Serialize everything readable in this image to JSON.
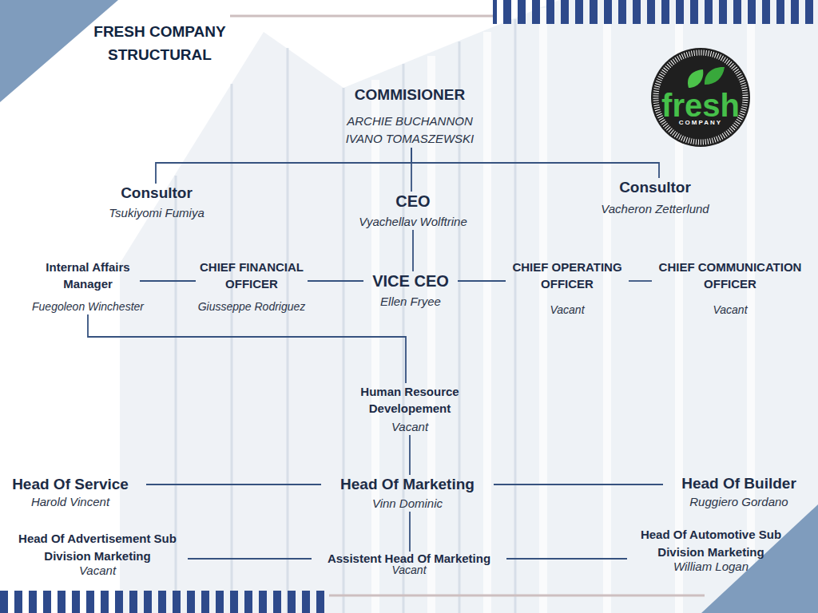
{
  "diagram": {
    "title": "FRESH COMPANY STRUCTURAL",
    "nodes": [
      {
        "text": [
          "COMMISIONER",
          "ARCHIE BUCHANNON",
          "IVANO TOMASZEWSKI"
        ]
      },
      {
        "text": [
          "fresh",
          "COMPANY"
        ]
      },
      {
        "text": [
          "Consultor",
          "Tsukiyomi Fumiya"
        ]
      },
      {
        "text": [
          "CEO",
          "Vyachellav Wolftrine"
        ]
      },
      {
        "text": [
          "Consultor",
          "Vacheron Zetterlund"
        ]
      },
      {
        "text": [
          "Internal Affairs Manager",
          "Fuegoleon Winchester"
        ]
      },
      {
        "text": [
          "CHIEF FINANCIAL OFFICER",
          "Giusseppe Rodriguez"
        ]
      },
      {
        "text": [
          "VICE CEO",
          "Ellen Fryee"
        ]
      },
      {
        "text": [
          "CHIEF OPERATING OFFICER",
          "Vacant"
        ]
      },
      {
        "text": [
          "CHIEF COMMUNICATION OFFICER",
          "Vacant"
        ]
      },
      {
        "text": [
          "Human Resource Developement",
          "Vacant"
        ]
      },
      {
        "text": [
          "Head Of Service",
          "Harold Vincent"
        ]
      },
      {
        "text": [
          "Head Of Marketing",
          "Vinn Dominic"
        ]
      },
      {
        "text": [
          "Head Of Builder",
          "Ruggiero Gordano"
        ]
      },
      {
        "text": [
          "Head Of Advertisement Sub Division Marketing",
          "Vacant"
        ]
      },
      {
        "text": [
          "Assistent Head Of Marketing",
          "Vacant"
        ]
      },
      {
        "text": [
          "Head Of Automotive Sub Division Marketing",
          "William Logan"
        ]
      }
    ],
    "edges": [
      {
        "from": 0,
        "to": 2,
        "arrow": "none"
      },
      {
        "from": 0,
        "to": 3,
        "arrow": "none"
      },
      {
        "from": 0,
        "to": 4,
        "arrow": "none"
      },
      {
        "from": 3,
        "to": 7,
        "arrow": "none"
      },
      {
        "from": 7,
        "to": 6,
        "arrow": "none"
      },
      {
        "from": 6,
        "to": 5,
        "arrow": "none"
      },
      {
        "from": 7,
        "to": 8,
        "arrow": "none"
      },
      {
        "from": 8,
        "to": 9,
        "arrow": "none"
      },
      {
        "from": 5,
        "to": 10,
        "arrow": "none"
      },
      {
        "from": 10,
        "to": 12,
        "arrow": "none"
      },
      {
        "from": 12,
        "to": 11,
        "arrow": "none"
      },
      {
        "from": 12,
        "to": 13,
        "arrow": "none"
      },
      {
        "from": 12,
        "to": 15,
        "arrow": "none"
      },
      {
        "from": 15,
        "to": 14,
        "arrow": "none"
      },
      {
        "from": 15,
        "to": 16,
        "arrow": "none"
      }
    ]
  }
}
